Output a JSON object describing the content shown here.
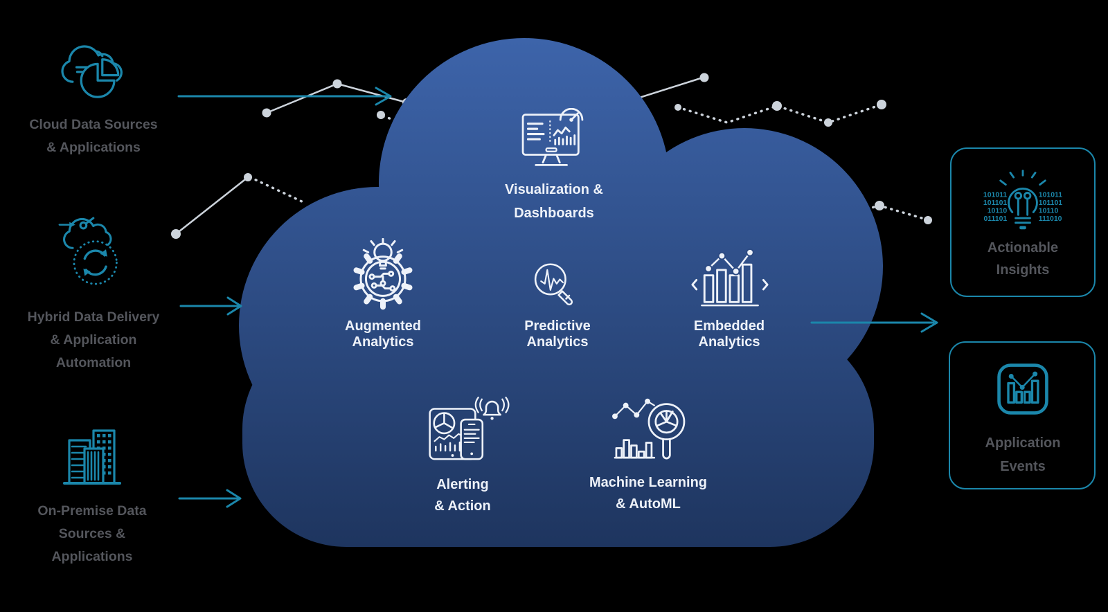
{
  "colors": {
    "accent_teal": "#1b87ab",
    "label_gray": "#54565c",
    "cloud_gradient_top": "#3d64aa",
    "cloud_gradient_bottom": "#1e355f",
    "icon_white": "#eef2f9",
    "decor_gray": "#ccd3db",
    "background": "#000000"
  },
  "sources": [
    {
      "id": "cloud-data-sources",
      "icon": "cloud-pie-chart-icon",
      "lines": [
        "Cloud Data Sources",
        "& Applications"
      ]
    },
    {
      "id": "hybrid-data-delivery",
      "icon": "cloud-sync-icon",
      "lines": [
        "Hybrid Data Delivery",
        "& Application",
        "Automation"
      ]
    },
    {
      "id": "on-premise-data",
      "icon": "buildings-icon",
      "lines": [
        "On-Premise Data",
        "Sources &",
        "Applications"
      ]
    }
  ],
  "cloud": {
    "capabilities": [
      {
        "id": "visualization",
        "icon": "monitor-dashboard-icon",
        "lines": [
          "Visualization &",
          "Dashboards"
        ]
      },
      {
        "id": "augmented",
        "icon": "lightbulb-gear-icon",
        "lines": [
          "Augmented",
          "Analytics"
        ]
      },
      {
        "id": "predictive",
        "icon": "magnifier-chart-icon",
        "lines": [
          "Predictive",
          "Analytics"
        ]
      },
      {
        "id": "embedded",
        "icon": "embedded-bar-chart-icon",
        "lines": [
          "Embedded",
          "Analytics"
        ]
      },
      {
        "id": "alerting",
        "icon": "devices-bell-icon",
        "lines": [
          "Alerting",
          "& Action"
        ]
      },
      {
        "id": "machine-learning",
        "icon": "chart-magnifier-pie-icon",
        "lines": [
          "Machine Learning",
          "& AutoML"
        ]
      }
    ]
  },
  "outputs": [
    {
      "id": "actionable-insights",
      "icon": "lightbulb-binary-icon",
      "lines": [
        "Actionable",
        "Insights"
      ],
      "binary_left": [
        "101011",
        "101101",
        "10110",
        "011101"
      ],
      "binary_right": [
        "101011",
        "101101",
        "10110",
        "111010"
      ]
    },
    {
      "id": "application-events",
      "icon": "app-bar-chart-icon",
      "lines": [
        "Application",
        "Events"
      ]
    }
  ]
}
